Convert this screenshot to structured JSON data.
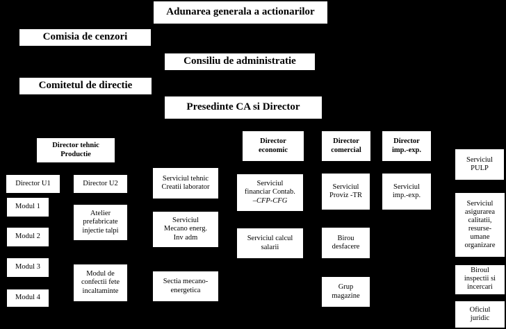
{
  "top": {
    "adunarea": "Adunarea generala a actionarilor",
    "cenzori": "Comisia de cenzori",
    "consiliu": "Consiliu de administratie",
    "comitet": "Comitetul de directie",
    "presedinte": "Presedinte CA si Director"
  },
  "directors": {
    "tehnic": [
      "Director tehnic",
      "Productie"
    ],
    "economic": [
      "Director",
      "economic"
    ],
    "comercial": [
      "Director",
      "comercial"
    ],
    "impexp": [
      "Director",
      "imp.-exp."
    ]
  },
  "productie": {
    "u1": "Director U1",
    "u2": "Director U2",
    "modul1": "Modul 1",
    "modul2": "Modul 2",
    "modul3": "Modul 3",
    "modul4": "Modul 4",
    "atelier": [
      "Atelier",
      "prefabricate",
      "injectie talpi"
    ],
    "confectii": [
      "Modul de",
      "confectii fete",
      "incaltaminte"
    ]
  },
  "tehnic_units": {
    "creatii": [
      "Serviciul tehnic",
      "Creatii laborator"
    ],
    "mecano": [
      "Serviciul",
      "Mecano energ.",
      "Inv adm"
    ],
    "sectia": [
      "Sectia mecano-",
      "energetica"
    ]
  },
  "economic_units": {
    "financiar": [
      "Serviciul",
      "financiar Contab.",
      "–CFP-CFG"
    ],
    "salarii": [
      "Serviciul calcul",
      "salarii"
    ]
  },
  "comercial_units": {
    "proviz": [
      "Serviciul",
      "Proviz -TR"
    ],
    "desfacere": [
      "Birou",
      "desfacere"
    ],
    "magazine": [
      "Grup",
      "magazine"
    ]
  },
  "impexp_units": {
    "serviciu": [
      "Serviciul",
      "imp.-exp."
    ]
  },
  "right_units": {
    "pulp": [
      "Serviciul",
      "PULP"
    ],
    "calitate": [
      "Serviciul",
      "asigurarea",
      "calitatii,",
      "resurse-",
      "umane",
      "organizare"
    ],
    "inspectii": [
      "Biroul",
      "inspectii si",
      "incercari"
    ],
    "juridic": [
      "Oficiul",
      "juridic"
    ]
  }
}
